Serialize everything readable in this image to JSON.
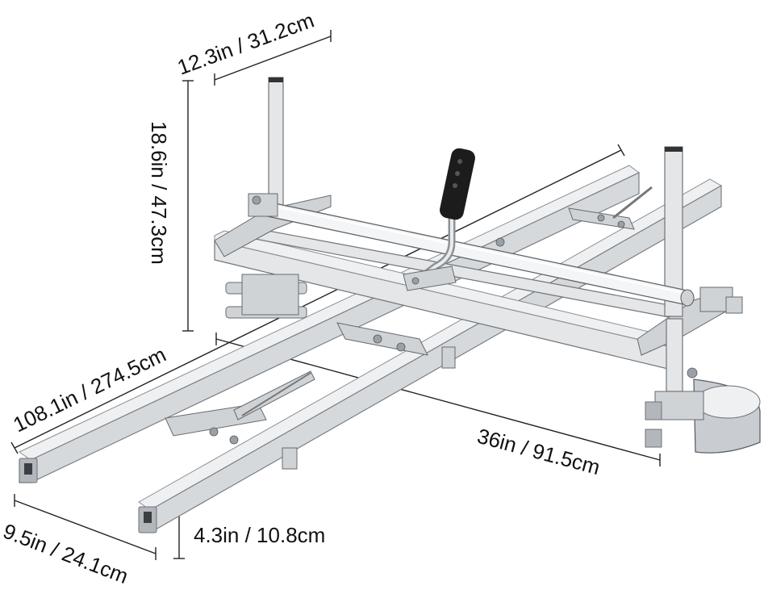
{
  "dimensions": {
    "top_width": "12.3in / 31.2cm",
    "height": "18.6in / 47.3cm",
    "length": "108.1in / 274.5cm",
    "depth": "36in / 91.5cm",
    "rail_width": "9.5in / 24.1cm",
    "rail_height": "4.3in / 10.8cm"
  },
  "colors": {
    "aluminum": "#d6d9dc",
    "steel": "#e4e6e8",
    "handle": "#1a1a1a",
    "text": "#111111"
  },
  "icons": {
    "product": "chainsaw-mill-photo"
  }
}
